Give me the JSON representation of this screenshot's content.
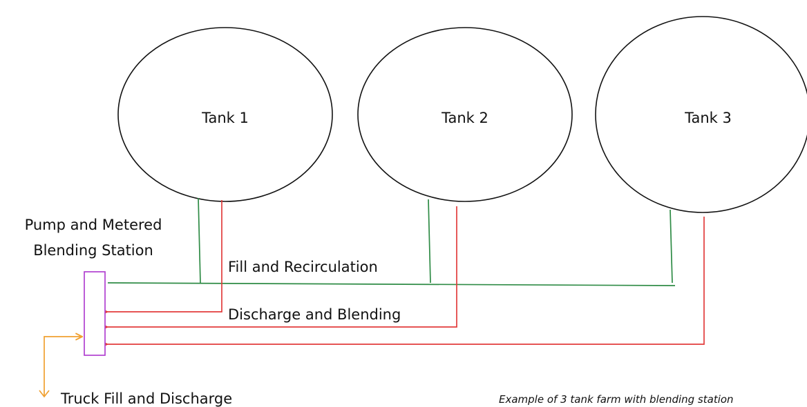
{
  "tanks": [
    {
      "label": "Tank 1"
    },
    {
      "label": "Tank 2"
    },
    {
      "label": "Tank 3"
    }
  ],
  "station": {
    "label_line1": "Pump and Metered",
    "label_line2": "Blending Station"
  },
  "flows": {
    "fill_label": "Fill and Recirculation",
    "discharge_label": "Discharge and Blending",
    "truck_label": "Truck Fill and Discharge"
  },
  "caption": "Example of 3 tank farm with blending station",
  "colors": {
    "fill_line": "#2e8b45",
    "discharge_line": "#e23b3b",
    "truck_line": "#f0a030",
    "station_outline": "#b040d0",
    "tank_outline": "#111111"
  }
}
